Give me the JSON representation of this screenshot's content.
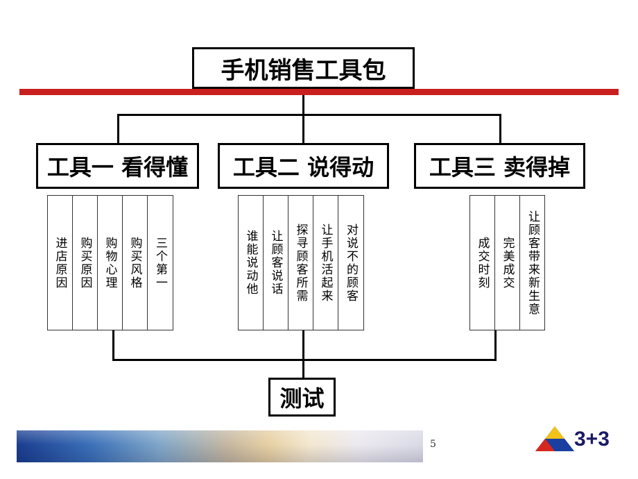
{
  "title": "手机销售工具包",
  "tools": [
    {
      "label": "工具一 看得懂",
      "items": [
        "进店原因",
        "购买原因",
        "购物心理",
        "购买风格",
        "三个第一"
      ]
    },
    {
      "label": "工具二 说得动",
      "items": [
        "谁能说动他",
        "让顾客说话",
        "探寻顾客所需",
        "让手机活起来",
        "对说不的顾客"
      ]
    },
    {
      "label": "工具三 卖得掉",
      "items": [
        "成交时刻",
        "完美成交",
        "让顾客带来新生意"
      ]
    }
  ],
  "test": "测试",
  "footer": {
    "page_number": "5",
    "logo": "3+3"
  },
  "colors": {
    "accent_bar": "#c8201e",
    "line": "#000000"
  }
}
